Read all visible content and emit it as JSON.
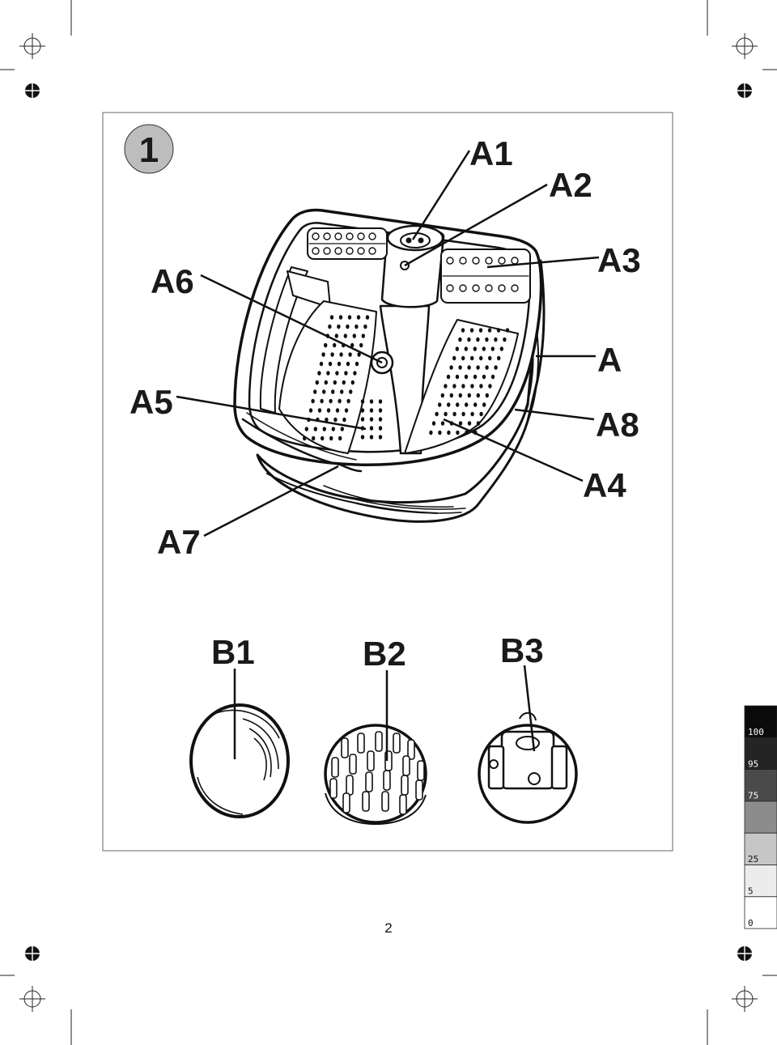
{
  "figure": {
    "number": "1"
  },
  "labels": {
    "a1": "A1",
    "a2": "A2",
    "a3": "A3",
    "a": "A",
    "a4": "A4",
    "a5": "A5",
    "a6": "A6",
    "a7": "A7",
    "a8": "A8",
    "b1": "B1",
    "b2": "B2",
    "b3": "B3"
  },
  "page_number": "2",
  "color_strip": {
    "labels": [
      "100",
      "95",
      "75",
      "",
      "25",
      "5",
      "0"
    ],
    "shades": [
      "#0b0b0b",
      "#242424",
      "#4a4a4a",
      "#8c8c8c",
      "#c6c6c6",
      "#ececec",
      "#ffffff"
    ]
  },
  "colors": {
    "ink": "#1a1a1a",
    "badge": "#bdbdbd"
  },
  "icons": [
    "registration-crosshair-icon",
    "registration-dot-icon"
  ]
}
